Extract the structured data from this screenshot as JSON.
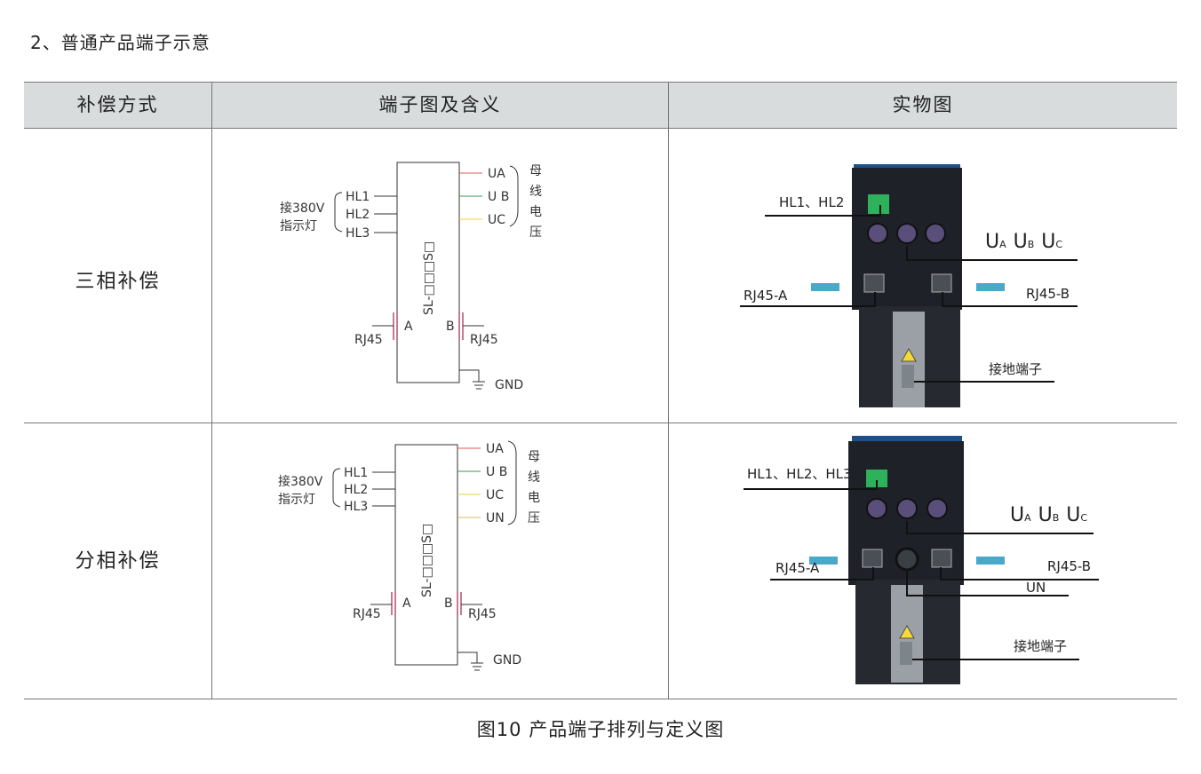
{
  "section_title": "2、普通产品端子示意",
  "table": {
    "headers": [
      "补偿方式",
      "端子图及含义",
      "实物图"
    ],
    "rows": [
      {
        "mode": "三相补偿",
        "diagram": {
          "product_code": "SL-□□□S□",
          "left_label_1": "接380V",
          "left_label_2": "指示灯",
          "hl_terminals": [
            "HL1",
            "HL2",
            "HL3"
          ],
          "bus_terminals": [
            "UA",
            "U B",
            "UC"
          ],
          "bus_label_chars": [
            "母",
            "线",
            "电",
            "压"
          ],
          "rj45_left": "RJ45",
          "rj45_right": "RJ45",
          "port_a": "A",
          "port_b": "B",
          "gnd": "GND"
        },
        "photo": {
          "hl_label": "HL1、HL2",
          "u_labels": [
            {
              "main": "U",
              "sub": "A"
            },
            {
              "main": "U",
              "sub": "B"
            },
            {
              "main": "U",
              "sub": "C"
            }
          ],
          "rj45_a": "RJ45-A",
          "rj45_b": "RJ45-B",
          "ground": "接地端子"
        }
      },
      {
        "mode": "分相补偿",
        "diagram": {
          "product_code": "SL-□□□S□",
          "left_label_1": "接380V",
          "left_label_2": "指示灯",
          "hl_terminals": [
            "HL1",
            "HL2",
            "HL3"
          ],
          "bus_terminals": [
            "UA",
            "U B",
            "UC",
            "UN"
          ],
          "bus_label_chars": [
            "母",
            "线",
            "电",
            "压"
          ],
          "rj45_left": "RJ45",
          "rj45_right": "RJ45",
          "port_a": "A",
          "port_b": "B",
          "gnd": "GND"
        },
        "photo": {
          "hl_label": "HL1、HL2、HL3",
          "u_labels": [
            {
              "main": "U",
              "sub": "A"
            },
            {
              "main": "U",
              "sub": "B"
            },
            {
              "main": "U",
              "sub": "C"
            }
          ],
          "rj45_a": "RJ45-A",
          "rj45_b": "RJ45-B",
          "un": "UN",
          "ground": "接地端子"
        }
      }
    ]
  },
  "caption": "图10  产品端子排列与定义图",
  "colors": {
    "ua_wire": "#e05a5a",
    "ub_wire": "#3a9a55",
    "uc_wire": "#f0d23a",
    "un_wire": "#c8b86a",
    "rj45_wire": "#b0506e",
    "device_body": "#1e2228",
    "device_top": "#1f4f8a",
    "connector_green": "#2fb05a",
    "header_bg": "#d8dcdd"
  }
}
